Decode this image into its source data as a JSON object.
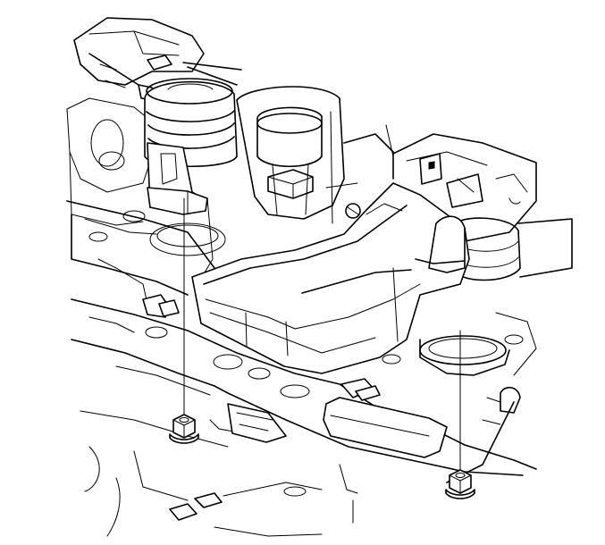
{
  "figure": {
    "kind": "line-art",
    "ink_color": "#000000",
    "paper_color": "#ffffff",
    "parts": [
      "transmission-mount",
      "transmission-support-crossmember",
      "mount-nut",
      "crossmember-nut",
      "exhaust-heat-shield",
      "frame-rail",
      "leader-line"
    ]
  }
}
